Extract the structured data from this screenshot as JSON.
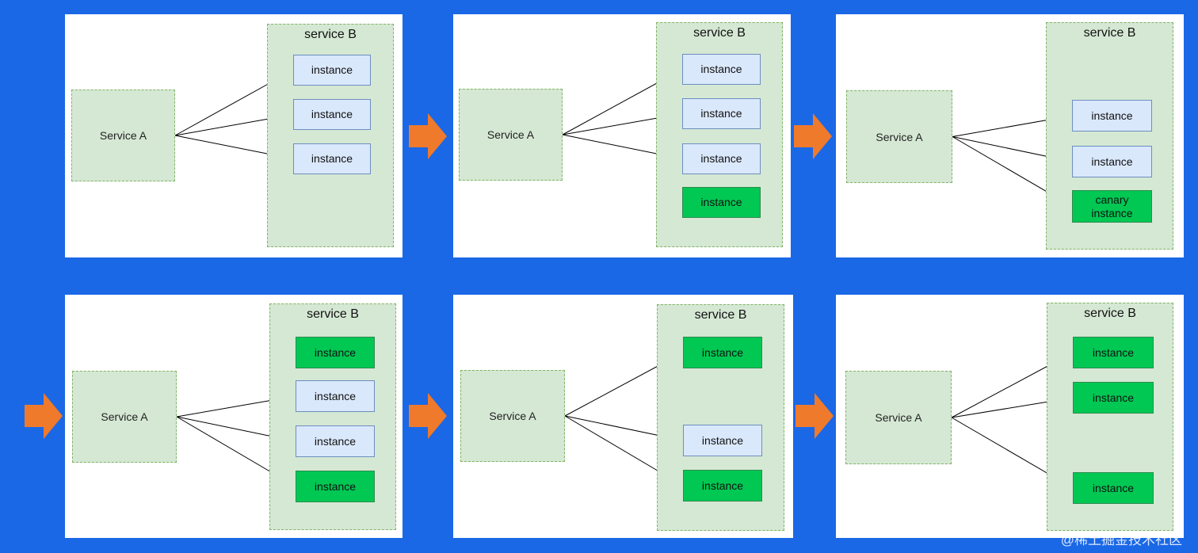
{
  "service_a_label": "Service A",
  "service_b_label": "service B",
  "instance_label": "instance",
  "canary_label": "canary\ninstance",
  "watermark": "@稀土掘金技术社区",
  "colors": {
    "background": "#1a68e6",
    "panel": "#ffffff",
    "service_box": "#d5e8d4",
    "old_instance": "#dae8fc",
    "new_instance": "#00c853",
    "step_arrow": "#f07a2c"
  },
  "stages": [
    {
      "instances": [
        {
          "kind": "old",
          "linked": true
        },
        {
          "kind": "old",
          "linked": true
        },
        {
          "kind": "old",
          "linked": true
        }
      ]
    },
    {
      "instances": [
        {
          "kind": "old",
          "linked": true
        },
        {
          "kind": "old",
          "linked": true
        },
        {
          "kind": "old",
          "linked": true
        },
        {
          "kind": "new",
          "linked": false
        }
      ]
    },
    {
      "instances": [
        {
          "kind": "old",
          "linked": true
        },
        {
          "kind": "old",
          "linked": true
        },
        {
          "kind": "canary",
          "linked": true
        }
      ]
    },
    {
      "instances": [
        {
          "kind": "new",
          "linked": false
        },
        {
          "kind": "old",
          "linked": true
        },
        {
          "kind": "old",
          "linked": true
        },
        {
          "kind": "new",
          "linked": true
        }
      ]
    },
    {
      "instances": [
        {
          "kind": "new",
          "linked": true
        },
        {
          "kind": "old",
          "linked": true
        },
        {
          "kind": "new",
          "linked": true
        }
      ]
    },
    {
      "instances": [
        {
          "kind": "new",
          "linked": true
        },
        {
          "kind": "new",
          "linked": true
        },
        {
          "kind": "new",
          "linked": true
        }
      ]
    }
  ]
}
